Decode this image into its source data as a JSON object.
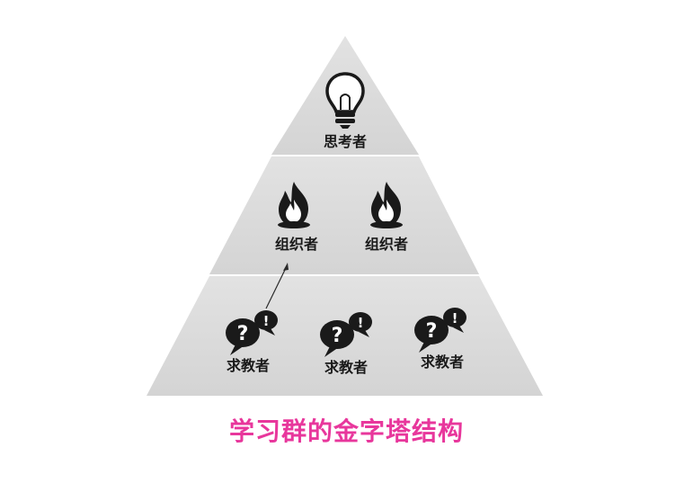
{
  "diagram": {
    "tiers": [
      {
        "name": "top",
        "nodes": [
          {
            "label": "思考者",
            "icon": "lightbulb-icon"
          }
        ]
      },
      {
        "name": "middle",
        "nodes": [
          {
            "label": "组织者",
            "icon": "flame-icon"
          },
          {
            "label": "组织者",
            "icon": "flame-icon"
          }
        ]
      },
      {
        "name": "bottom",
        "nodes": [
          {
            "label": "求教者",
            "icon": "question-speech-bubbles-icon"
          },
          {
            "label": "求教者",
            "icon": "question-speech-bubbles-icon"
          },
          {
            "label": "求教者",
            "icon": "question-speech-bubbles-icon"
          }
        ]
      }
    ],
    "colors": {
      "pyramid_fill": "#dadada",
      "icon": "#1a1a1a",
      "caption": "#e8379c"
    }
  },
  "caption": "学习群的金字塔结构"
}
